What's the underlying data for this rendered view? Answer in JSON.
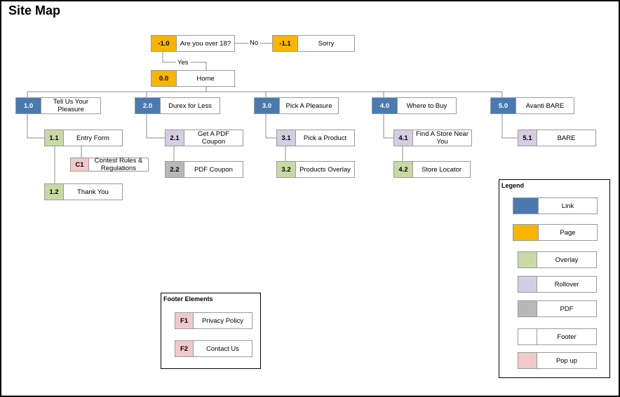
{
  "title": "Site Map",
  "colors": {
    "link": "#4a7ab0",
    "page": "#f7b500",
    "overlay": "#c9d9a6",
    "rollover": "#d4cde3",
    "pdf": "#b8b8b8",
    "footer": "#ffffff",
    "popup": "#f2c9c9"
  },
  "nodes": {
    "n_m10": {
      "code": "-1.0",
      "label": "Are you over 18?"
    },
    "n_m11": {
      "code": "-1.1",
      "label": "Sorry"
    },
    "n_00": {
      "code": "0.0",
      "label": "Home"
    },
    "n_10": {
      "code": "1.0",
      "label": "Tell Us Your Pleasure"
    },
    "n_11": {
      "code": "1.1",
      "label": "Entry Form"
    },
    "n_c1": {
      "code": "C1",
      "label": "Contest Rules & Regulations"
    },
    "n_12": {
      "code": "1.2",
      "label": "Thank You"
    },
    "n_20": {
      "code": "2.0",
      "label": "Durex for Less"
    },
    "n_21": {
      "code": "2.1",
      "label": "Get A PDF Coupon"
    },
    "n_22": {
      "code": "2.2",
      "label": "PDF Coupon"
    },
    "n_30": {
      "code": "3.0",
      "label": "Pick A Pleasure"
    },
    "n_31": {
      "code": "3.1",
      "label": "Pick a Product"
    },
    "n_32": {
      "code": "3.2",
      "label": "Products Overlay"
    },
    "n_40": {
      "code": "4.0",
      "label": "Where to Buy"
    },
    "n_41": {
      "code": "4.1",
      "label": "Find A Store Near You"
    },
    "n_42": {
      "code": "4.2",
      "label": "Store Locator"
    },
    "n_50": {
      "code": "5.0",
      "label": "Avanti BARE"
    },
    "n_51": {
      "code": "5.1",
      "label": "BARE"
    }
  },
  "edge_labels": {
    "no": "No",
    "yes": "Yes"
  },
  "footer_panel": {
    "title": "Footer Elements",
    "items": [
      {
        "code": "F1",
        "label": "Privacy Policy"
      },
      {
        "code": "F2",
        "label": "Contact Us"
      }
    ]
  },
  "legend": {
    "title": "Legend",
    "items": [
      "Link",
      "Page",
      "Overlay",
      "Rollover",
      "PDF",
      "Footer",
      "Pop up"
    ]
  }
}
